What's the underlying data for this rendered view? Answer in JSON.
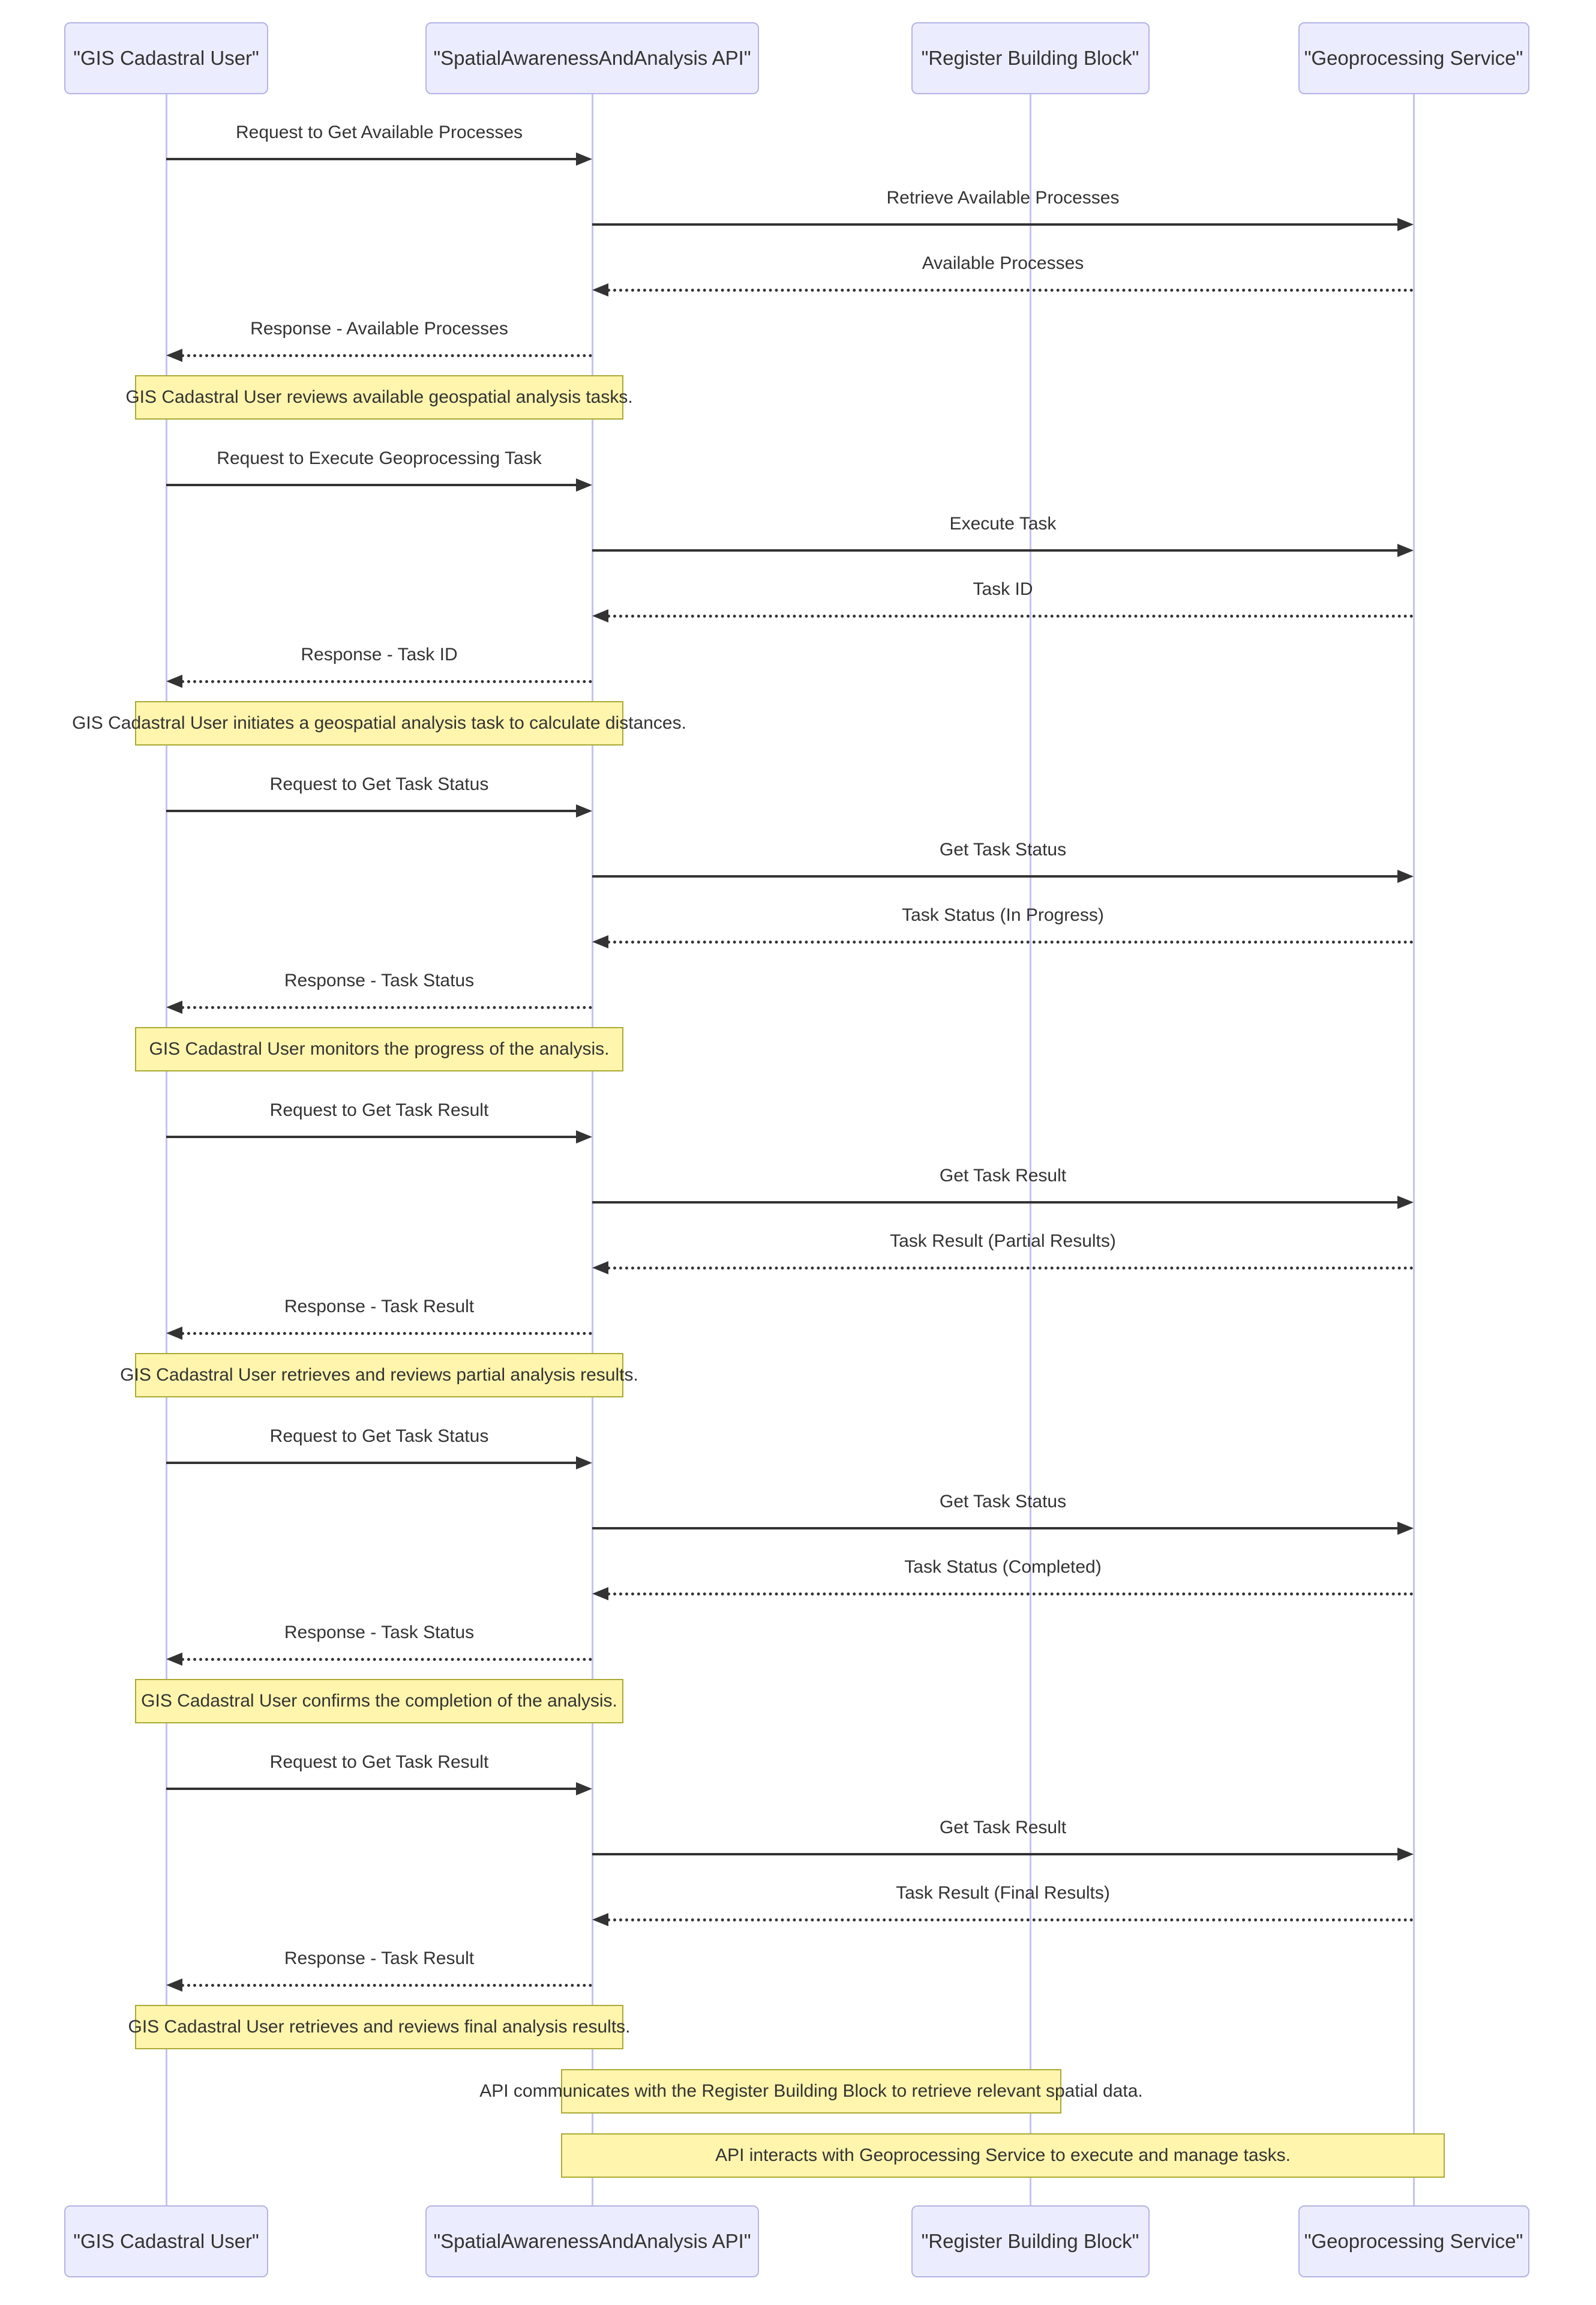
{
  "diagram": {
    "participants": [
      {
        "id": "user",
        "label": "\"GIS Cadastral User\""
      },
      {
        "id": "api",
        "label": "\"SpatialAwarenessAndAnalysis API\""
      },
      {
        "id": "register",
        "label": "\"Register Building Block\""
      },
      {
        "id": "geo",
        "label": "\"Geoprocessing Service\""
      }
    ],
    "events": [
      {
        "type": "message",
        "from": "user",
        "to": "api",
        "line": "solid",
        "label": "Request to Get Available Processes"
      },
      {
        "type": "message",
        "from": "api",
        "to": "geo",
        "line": "solid",
        "label": "Retrieve Available Processes"
      },
      {
        "type": "message",
        "from": "geo",
        "to": "api",
        "line": "dashed",
        "label": "Available Processes"
      },
      {
        "type": "message",
        "from": "api",
        "to": "user",
        "line": "dashed",
        "label": "Response - Available Processes"
      },
      {
        "type": "note",
        "over": [
          "user",
          "api"
        ],
        "label": "GIS Cadastral User reviews available geospatial analysis tasks."
      },
      {
        "type": "message",
        "from": "user",
        "to": "api",
        "line": "solid",
        "label": "Request to Execute Geoprocessing Task"
      },
      {
        "type": "message",
        "from": "api",
        "to": "geo",
        "line": "solid",
        "label": "Execute Task"
      },
      {
        "type": "message",
        "from": "geo",
        "to": "api",
        "line": "dashed",
        "label": "Task ID"
      },
      {
        "type": "message",
        "from": "api",
        "to": "user",
        "line": "dashed",
        "label": "Response - Task ID"
      },
      {
        "type": "note",
        "over": [
          "user",
          "api"
        ],
        "label": "GIS Cadastral User initiates a geospatial analysis task to calculate distances."
      },
      {
        "type": "message",
        "from": "user",
        "to": "api",
        "line": "solid",
        "label": "Request to Get Task Status"
      },
      {
        "type": "message",
        "from": "api",
        "to": "geo",
        "line": "solid",
        "label": "Get Task Status"
      },
      {
        "type": "message",
        "from": "geo",
        "to": "api",
        "line": "dashed",
        "label": "Task Status (In Progress)"
      },
      {
        "type": "message",
        "from": "api",
        "to": "user",
        "line": "dashed",
        "label": "Response - Task Status"
      },
      {
        "type": "note",
        "over": [
          "user",
          "api"
        ],
        "label": "GIS Cadastral User monitors the progress of the analysis."
      },
      {
        "type": "message",
        "from": "user",
        "to": "api",
        "line": "solid",
        "label": "Request to Get Task Result"
      },
      {
        "type": "message",
        "from": "api",
        "to": "geo",
        "line": "solid",
        "label": "Get Task Result"
      },
      {
        "type": "message",
        "from": "geo",
        "to": "api",
        "line": "dashed",
        "label": "Task Result (Partial Results)"
      },
      {
        "type": "message",
        "from": "api",
        "to": "user",
        "line": "dashed",
        "label": "Response - Task Result"
      },
      {
        "type": "note",
        "over": [
          "user",
          "api"
        ],
        "label": "GIS Cadastral User retrieves and reviews partial analysis results."
      },
      {
        "type": "message",
        "from": "user",
        "to": "api",
        "line": "solid",
        "label": "Request to Get Task Status"
      },
      {
        "type": "message",
        "from": "api",
        "to": "geo",
        "line": "solid",
        "label": "Get Task Status"
      },
      {
        "type": "message",
        "from": "geo",
        "to": "api",
        "line": "dashed",
        "label": "Task Status (Completed)"
      },
      {
        "type": "message",
        "from": "api",
        "to": "user",
        "line": "dashed",
        "label": "Response - Task Status"
      },
      {
        "type": "note",
        "over": [
          "user",
          "api"
        ],
        "label": "GIS Cadastral User confirms the completion of the analysis."
      },
      {
        "type": "message",
        "from": "user",
        "to": "api",
        "line": "solid",
        "label": "Request to Get Task Result"
      },
      {
        "type": "message",
        "from": "api",
        "to": "geo",
        "line": "solid",
        "label": "Get Task Result"
      },
      {
        "type": "message",
        "from": "geo",
        "to": "api",
        "line": "dashed",
        "label": "Task Result (Final Results)"
      },
      {
        "type": "message",
        "from": "api",
        "to": "user",
        "line": "dashed",
        "label": "Response - Task Result"
      },
      {
        "type": "note",
        "over": [
          "user",
          "api"
        ],
        "label": "GIS Cadastral User retrieves and reviews final analysis results."
      },
      {
        "type": "note",
        "over": [
          "api",
          "register"
        ],
        "label": "API communicates with the Register Building Block to retrieve relevant spatial data."
      },
      {
        "type": "note",
        "over": [
          "api",
          "geo"
        ],
        "label": "API interacts with Geoprocessing Service to execute and manage tasks."
      }
    ],
    "colors": {
      "actor_fill": "#ececff",
      "actor_border": "#b3b3e6",
      "note_fill": "#fff5ad",
      "note_border": "#aaaa33",
      "lifeline": "#c3c3f0",
      "arrow": "#333333",
      "text": "#333333",
      "background": "#ffffff"
    }
  }
}
